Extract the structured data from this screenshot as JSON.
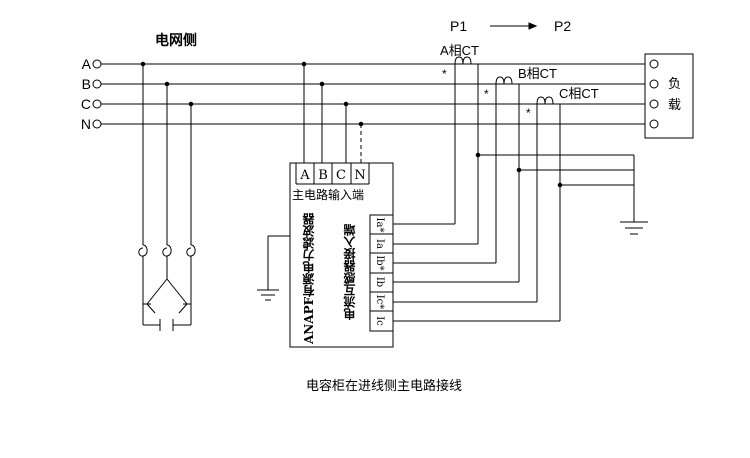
{
  "diagram": {
    "grid_side_label": "电网侧",
    "phase_labels": [
      "A",
      "B",
      "C",
      "N"
    ],
    "power_flow": {
      "from": "P1",
      "to": "P2"
    },
    "ct_labels": {
      "a": "A相CT",
      "b": "B相CT",
      "c": "C相CT"
    },
    "polarity_mark": "*",
    "load_label": [
      "负",
      "载"
    ],
    "device": {
      "terminals": [
        "A",
        "B",
        "C",
        "N"
      ],
      "main_input_label": "主电路输入端",
      "name": "ANAPF有源电力滤波器",
      "ct_input_label": "电流互感器接入端",
      "ct_terminals": [
        "Ia*",
        "Ia",
        "Ib*",
        "Ib",
        "Ic*",
        "Ic"
      ]
    },
    "caption": "电容柜在进线侧主电路接线"
  }
}
